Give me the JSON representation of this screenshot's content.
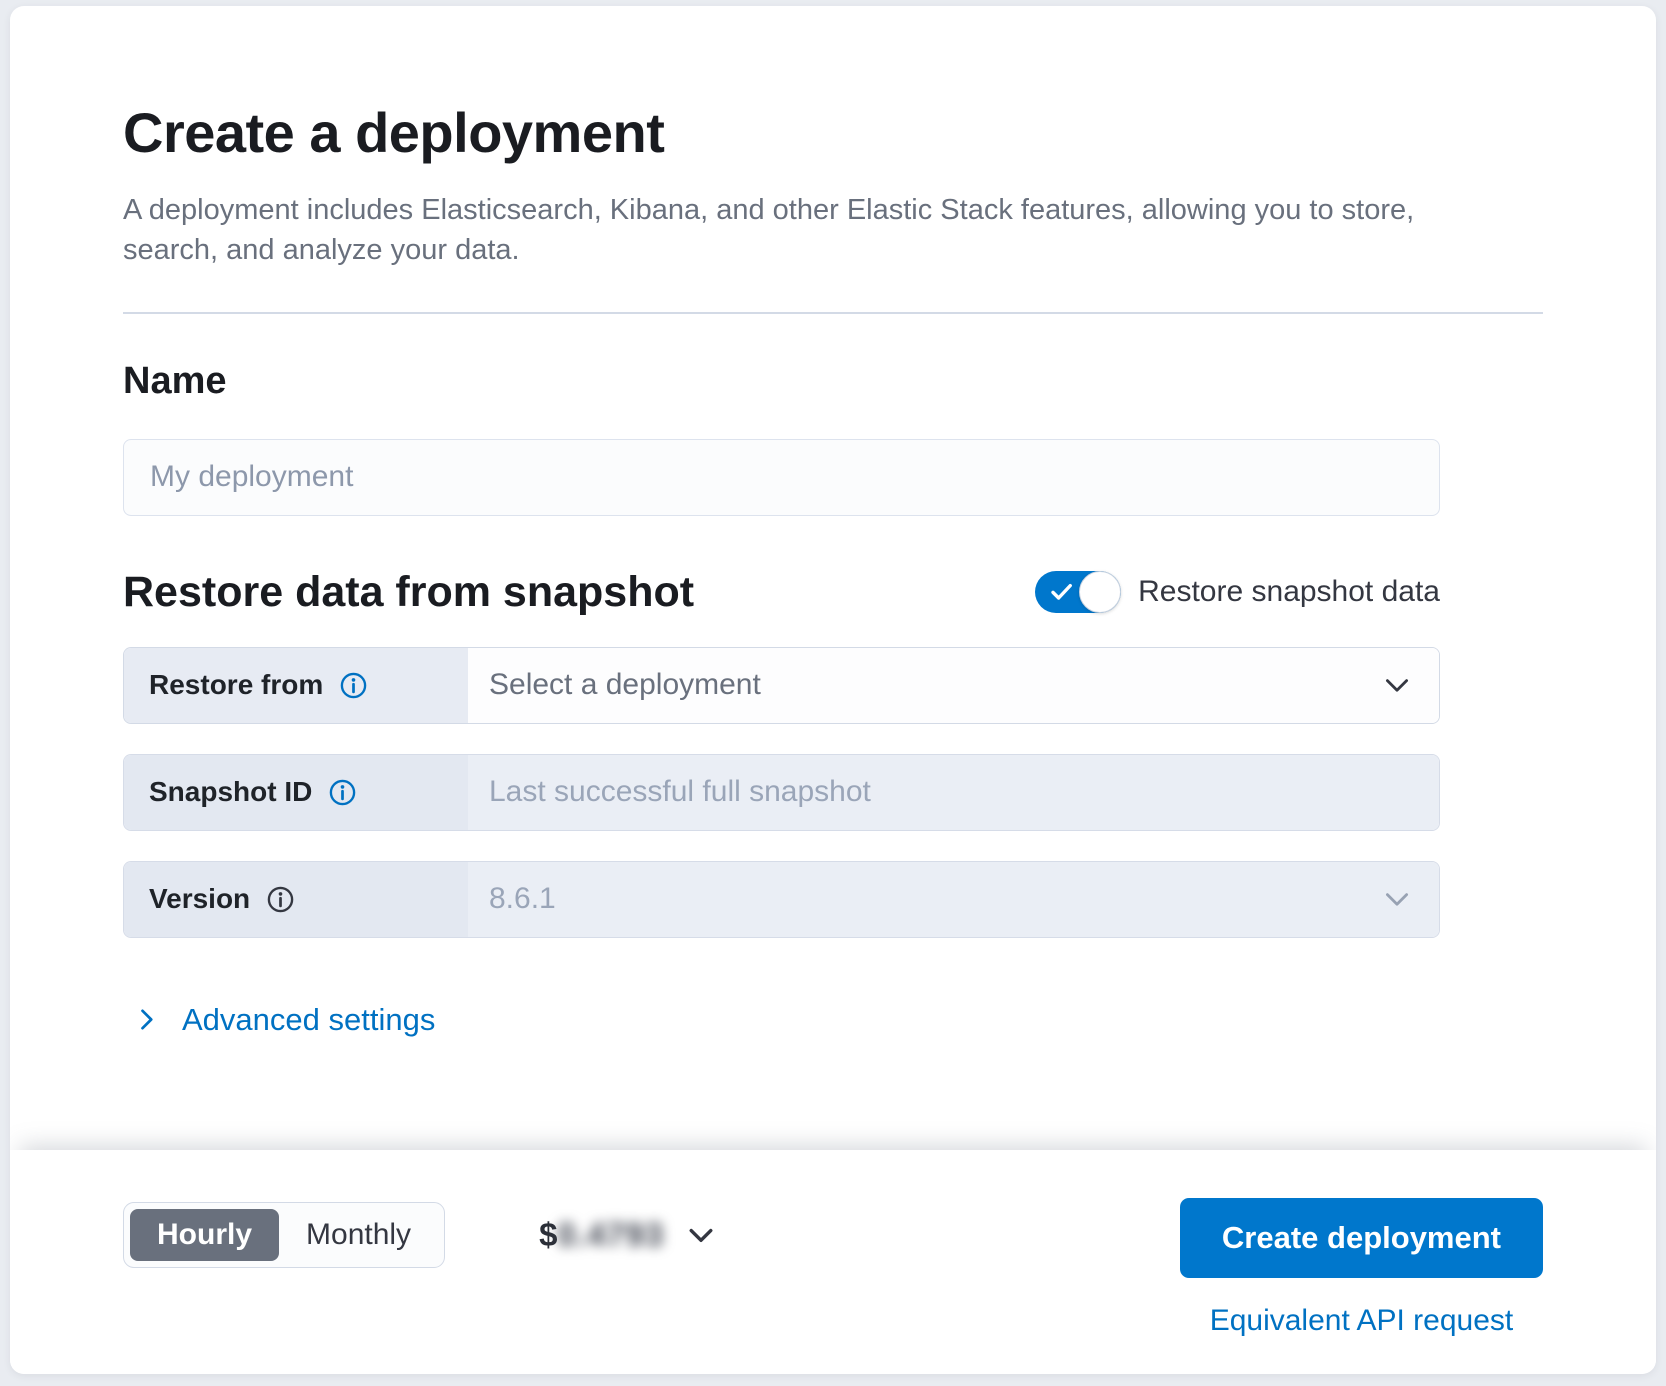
{
  "page": {
    "title": "Create a deployment",
    "subtitle": "A deployment includes Elasticsearch, Kibana, and other Elastic Stack features, allowing you to store, search, and analyze your data."
  },
  "name_section": {
    "heading": "Name",
    "input_value": "",
    "input_placeholder": "My deployment"
  },
  "snapshot_section": {
    "heading": "Restore data from snapshot",
    "toggle_label": "Restore snapshot data",
    "toggle_state": "on",
    "rows": {
      "restore_from": {
        "label": "Restore from",
        "value": "Select a deployment"
      },
      "snapshot_id": {
        "label": "Snapshot ID",
        "input_value": "",
        "placeholder": "Last successful full snapshot"
      },
      "version": {
        "label": "Version",
        "value": "8.6.1"
      }
    }
  },
  "advanced_settings": {
    "label": "Advanced settings"
  },
  "footer": {
    "billing_toggle": {
      "hourly_label": "Hourly",
      "monthly_label": "Monthly",
      "selected": "Hourly"
    },
    "price": {
      "currency": "$",
      "amount": "0.4793",
      "blurred": true
    },
    "create_button_label": "Create deployment",
    "api_link_label": "Equivalent API request"
  },
  "colors": {
    "primary_button": "#0077cc",
    "toggle_on": "#0077cc",
    "link": "#0071c2",
    "selected_billing_bg": "#69707d"
  },
  "icons": {
    "toggle_check": "checkmark",
    "row_info": "info-circle",
    "select_expand": "chevron-down",
    "advanced_expand": "chevron-right",
    "price_expand": "chevron-down"
  }
}
